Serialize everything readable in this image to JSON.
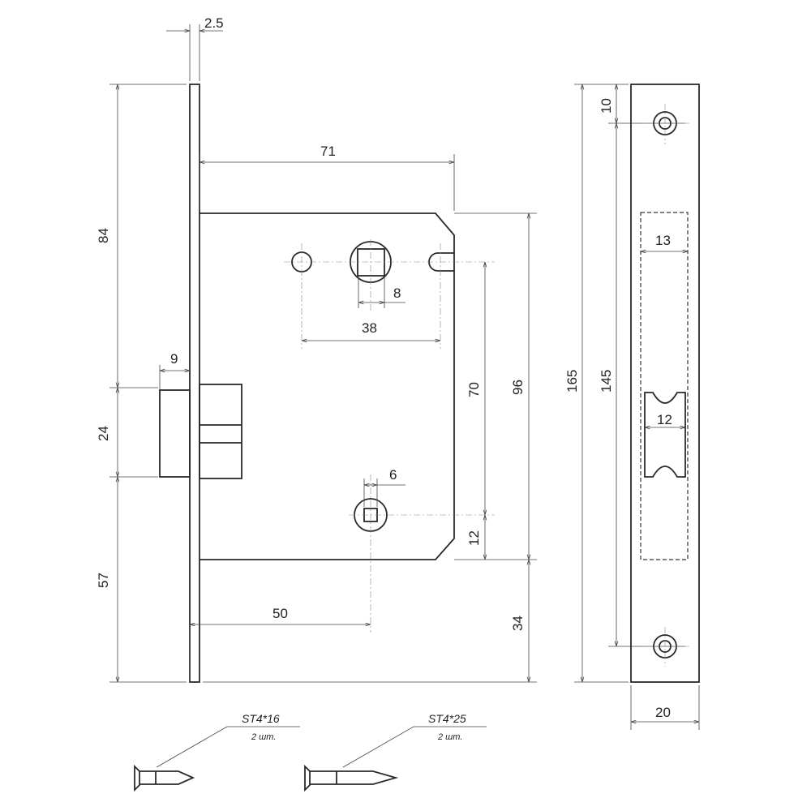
{
  "dimensions": {
    "faceplate_thickness": "2.5",
    "top_to_latch": "84",
    "latch_height": "24",
    "latch_to_bottom": "57",
    "body_depth": "71",
    "spindle_square": "8",
    "hole_spacing": "38",
    "latch_projection": "9",
    "spindle_to_follower": "70",
    "body_height": "96",
    "follower_to_bottom": "12",
    "body_bottom_to_plate": "34",
    "follower_square": "6",
    "backset": "50",
    "plate_height": "165",
    "hole_center_distance": "145",
    "hole_offset": "10",
    "pocket_width": "13",
    "latch_hole_width": "12",
    "plate_width": "20"
  },
  "screws": [
    {
      "spec": "ST4*16",
      "qty": "2 шт."
    },
    {
      "spec": "ST4*25",
      "qty": "2 шт."
    }
  ]
}
